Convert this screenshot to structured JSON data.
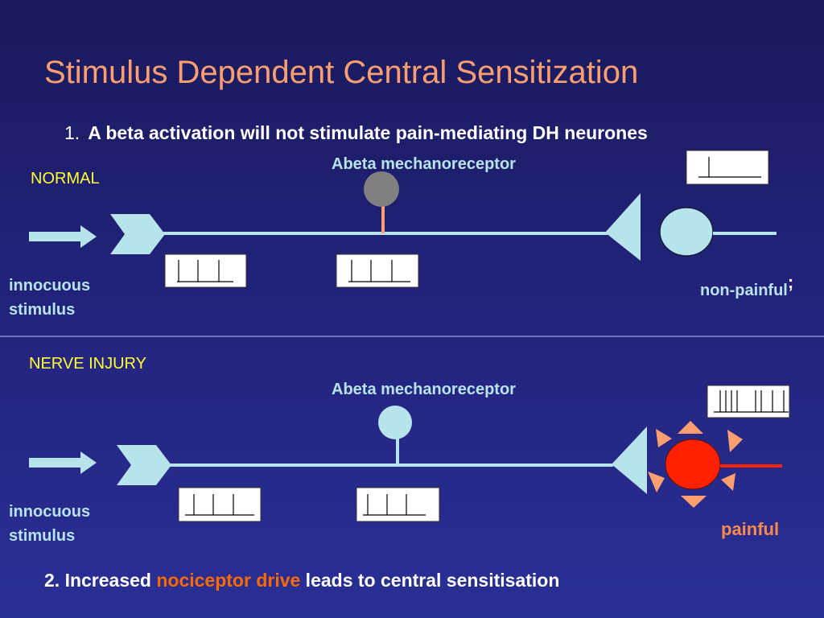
{
  "title": "Stimulus Dependent  Central Sensitization",
  "point1": {
    "number": "1.",
    "text": "A beta activation will not stimulate pain-mediating DH neurones"
  },
  "normal": {
    "section_label": "NORMAL",
    "receptor_label": "Abeta mechanoreceptor",
    "stimulus_label_line1": "innocuous",
    "stimulus_label_line2": "stimulus",
    "outcome_label": "non-painful",
    "outcome_mark": ";"
  },
  "injury": {
    "section_label": "NERVE INJURY",
    "receptor_label": "Abeta mechanoreceptor",
    "stimulus_label_line1": "innocuous",
    "stimulus_label_line2": "stimulus",
    "outcome_label": "painful"
  },
  "point2": {
    "prefix": "2. Increased ",
    "highlight": "nociceptor drive",
    "suffix": " leads to central sensitisation"
  },
  "colors": {
    "title": "#ff9f70",
    "section_label": "#ffff33",
    "nerve": "#b7e3ea",
    "receptor_normal": "#808080",
    "receptor_stalk_normal": "#ff9f70",
    "neuron_painful": "#ff2200",
    "pain_rays": "#ff9f70",
    "highlight": "#ff6a00"
  }
}
